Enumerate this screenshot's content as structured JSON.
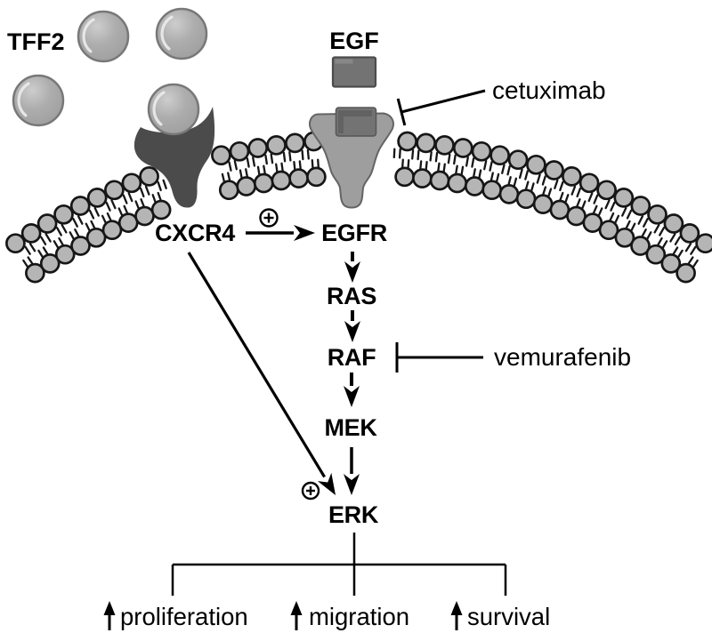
{
  "molecules": {
    "tff2": "TFF2",
    "egf": "EGF"
  },
  "receptors": {
    "cxcr4": "CXCR4",
    "egfr": "EGFR"
  },
  "cascade": {
    "ras": "RAS",
    "raf": "RAF",
    "mek": "MEK",
    "erk": "ERK"
  },
  "inhibitors": {
    "cetuximab": "cetuximab",
    "vemurafenib": "vemurafenib"
  },
  "activation_sign": "⊕",
  "outcomes": [
    {
      "label": "proliferation"
    },
    {
      "label": "migration"
    },
    {
      "label": "survival"
    }
  ],
  "colors": {
    "background": "#ffffff",
    "ink": "#000000",
    "lipid_fill": "#b5b5b5",
    "lipid_stroke": "#161616",
    "ligand_fill": "#a9a9a9",
    "ligand_stroke": "#787878",
    "cxcr4_fill": "#4b4b4b",
    "egfr_fill": "#9e9e9e",
    "egfr_stroke": "#646464",
    "egf_fill": "#737373",
    "egf_stroke": "#4c4c4c"
  }
}
